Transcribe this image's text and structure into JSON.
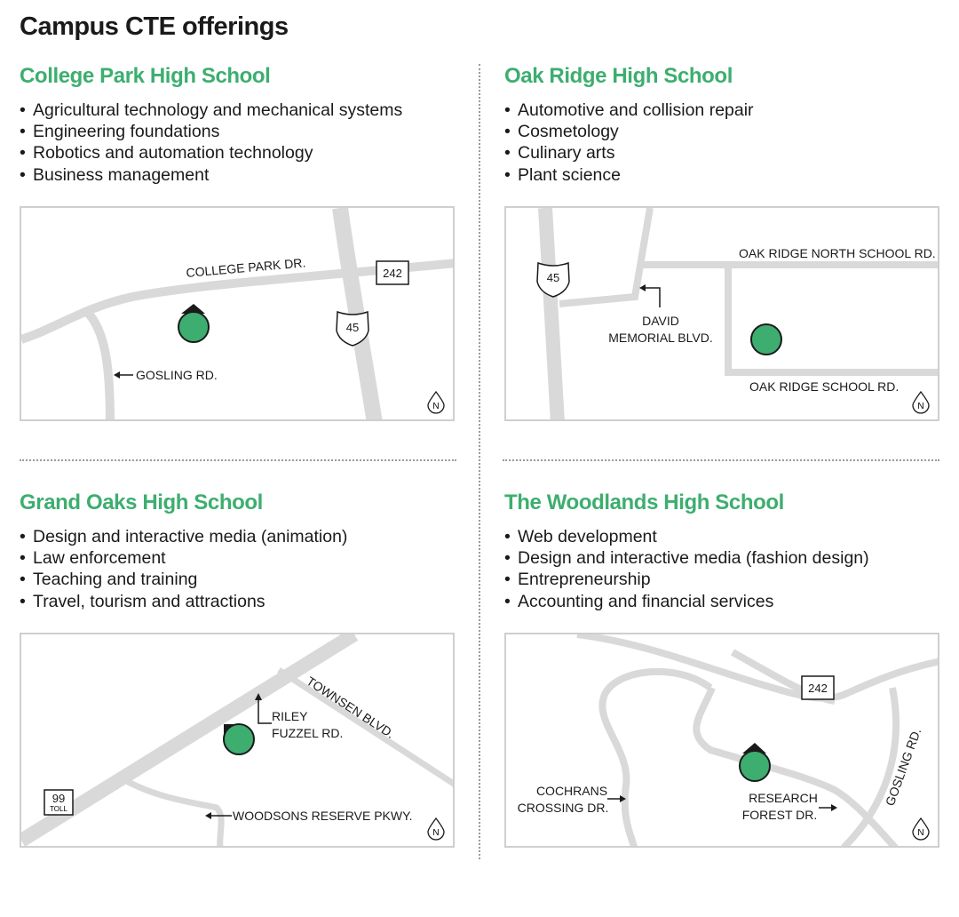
{
  "title": "Campus CTE offerings",
  "schools": [
    {
      "name": "College Park High School",
      "offerings": [
        "Agricultural technology and mechanical systems",
        "Engineering foundations",
        "Robotics and automation technology",
        "Business management"
      ],
      "map": {
        "roads": [
          "COLLEGE PARK DR.",
          "GOSLING RD."
        ],
        "shields": [
          "242",
          "45"
        ],
        "north": "N"
      }
    },
    {
      "name": "Oak Ridge High School",
      "offerings": [
        "Automotive and collision repair",
        "Cosmetology",
        "Culinary arts",
        "Plant science"
      ],
      "map": {
        "roads": [
          "OAK RIDGE NORTH SCHOOL RD.",
          "DAVID",
          "MEMORIAL BLVD.",
          "OAK RIDGE SCHOOL RD."
        ],
        "shields": [
          "45"
        ],
        "north": "N"
      }
    },
    {
      "name": "Grand Oaks High School",
      "offerings": [
        "Design and interactive media (animation)",
        "Law enforcement",
        "Teaching and training",
        "Travel, tourism and attractions"
      ],
      "map": {
        "roads": [
          "TOWNSEN BLVD.",
          "RILEY",
          "FUZZEL RD.",
          "WOODSONS RESERVE PKWY."
        ],
        "shields": [
          "99",
          "TOLL"
        ],
        "north": "N"
      }
    },
    {
      "name": "The Woodlands High School",
      "offerings": [
        "Web development",
        "Design and interactive media (fashion design)",
        "Entrepreneurship",
        "Accounting and financial services"
      ],
      "map": {
        "roads": [
          "COCHRANS",
          "CROSSING DR.",
          "RESEARCH",
          "FOREST DR.",
          "GOSLING RD."
        ],
        "shields": [
          "242"
        ],
        "north": "N"
      }
    }
  ],
  "colors": {
    "accent": "#3dae6f",
    "road": "#d9d9d9",
    "text": "#1a1a1a",
    "marker": "#3dae6f"
  }
}
